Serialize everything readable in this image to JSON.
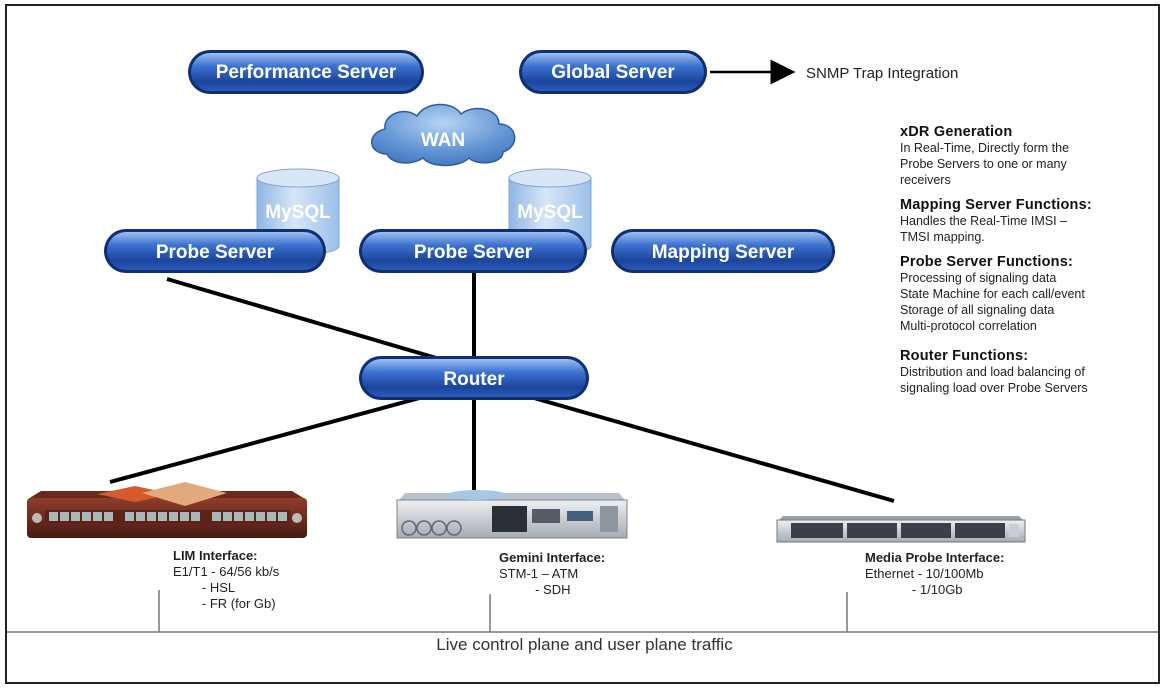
{
  "nodes": {
    "performance_server": "Performance Server",
    "global_server": "Global Server",
    "wan": "WAN",
    "probe_server_1": "Probe Server",
    "probe_server_2": "Probe Server",
    "mapping_server": "Mapping Server",
    "router": "Router",
    "mysql_1": "MySQL",
    "mysql_2": "MySQL"
  },
  "snmp": "SNMP Trap Integration",
  "side_notes": [
    {
      "title": "xDR Generation",
      "lines": [
        "In Real-Time, Directly form the",
        "Probe Servers to one or many",
        "receivers"
      ]
    },
    {
      "title": "Mapping Server Functions:",
      "lines": [
        "Handles the Real-Time IMSI –",
        "TMSI mapping."
      ]
    },
    {
      "title": "Probe Server Functions:",
      "lines": [
        "Processing of signaling data",
        "State Machine for each call/event",
        "Storage of all signaling data",
        "Multi-protocol correlation"
      ]
    },
    {
      "title": "Router Functions:",
      "lines": [
        "Distribution and load balancing of",
        "signaling load over Probe Servers"
      ]
    }
  ],
  "interfaces": {
    "lim": {
      "title": "LIM Interface:",
      "lines": [
        "E1/T1 - 64/56 kb/s",
        "        - HSL",
        "        - FR (for Gb)"
      ]
    },
    "gemini": {
      "title": "Gemini Interface:",
      "lines": [
        "STM-1 – ATM",
        "          - SDH"
      ]
    },
    "media": {
      "title": "Media Probe Interface:",
      "lines": [
        "Ethernet - 10/100Mb",
        "             - 1/10Gb"
      ]
    }
  },
  "traffic_caption": "Live control plane and user plane traffic",
  "colors": {
    "pill": "#1f4fa8",
    "pill_light": "#6f9be0",
    "cloud": "#5f93d3",
    "db": "#b9d3ee",
    "line": "#000000"
  }
}
